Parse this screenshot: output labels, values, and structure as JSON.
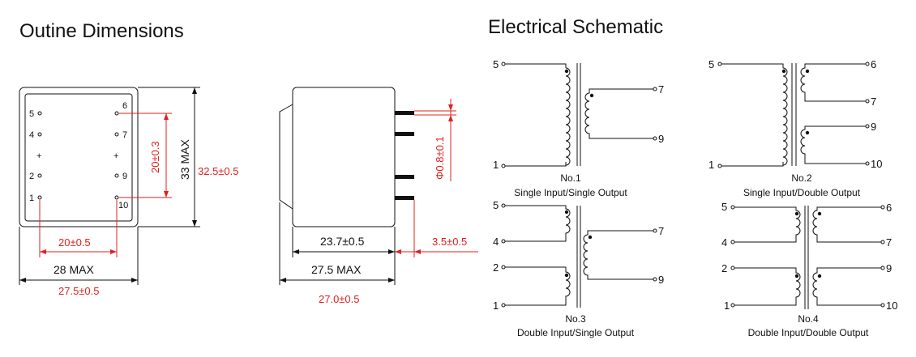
{
  "titles": {
    "outline": "Outine Dimensions",
    "schematic": "Electrical Schematic"
  },
  "top_view": {
    "pins_left": [
      "5",
      "4",
      "+",
      "2",
      "1"
    ],
    "pins_right": [
      "6",
      "7",
      "+",
      "9",
      "10"
    ],
    "dim_pin_span_v": "20±0.3",
    "dim_height_max": "33 MAX",
    "dim_height": "32.5±0.5",
    "dim_pin_span_h": "20±0.5",
    "dim_width_max": "28 MAX",
    "dim_width": "27.5±0.5"
  },
  "side_view": {
    "dim_pin_dia": "Φ0.8±0.1",
    "dim_body": "23.7±0.5",
    "dim_pin_len": "3.5±0.5",
    "dim_length_max": "27.5 MAX",
    "dim_length": "27.0±0.5"
  },
  "schematics": [
    {
      "no": "No.1",
      "desc": "Single Input/Single Output",
      "primary_pins": [
        "5",
        "1"
      ],
      "secondary_pins": [
        "7",
        "9"
      ]
    },
    {
      "no": "No.2",
      "desc": "Single Input/Double Output",
      "primary_pins": [
        "5",
        "1"
      ],
      "secondary_pins": [
        "6",
        "7",
        "9",
        "10"
      ]
    },
    {
      "no": "No.3",
      "desc": "Double Input/Single Output",
      "primary_pins": [
        "5",
        "4",
        "2",
        "1"
      ],
      "secondary_pins": [
        "7",
        "9"
      ]
    },
    {
      "no": "No.4",
      "desc": "Double Input/Double Output",
      "primary_pins": [
        "5",
        "4",
        "2",
        "1"
      ],
      "secondary_pins": [
        "6",
        "7",
        "9",
        "10"
      ]
    }
  ],
  "colors": {
    "dimension": "#e0201e",
    "line": "#111111"
  }
}
